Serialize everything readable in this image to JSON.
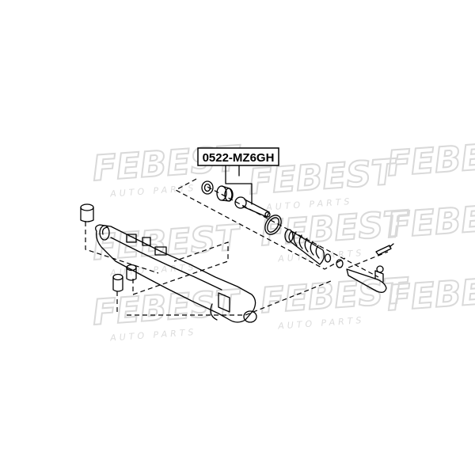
{
  "part_number": "0522-MZ6GH",
  "watermark": {
    "brand": "FEBEST",
    "subtitle": "AUTO PARTS"
  }
}
